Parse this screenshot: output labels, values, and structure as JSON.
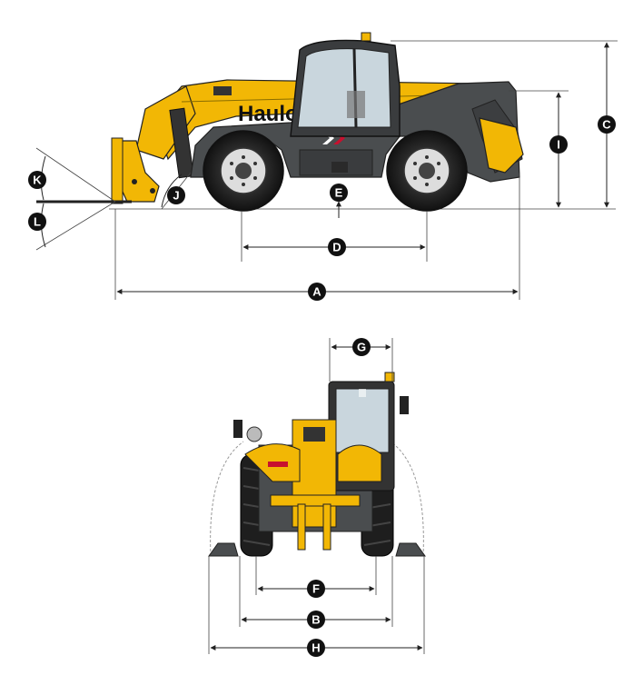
{
  "brand_text": "Haulo",
  "colors": {
    "machine_yellow": "#F2B705",
    "body_gray": "#4A4D4F",
    "tire_black": "#1E1E1E",
    "glass": "#C9D6DD",
    "accent_red": "#C8102E"
  },
  "labels": {
    "A": "A",
    "B": "B",
    "C": "C",
    "D": "D",
    "E": "E",
    "F": "F",
    "G": "G",
    "H": "H",
    "I": "I",
    "J": "J",
    "K": "K",
    "L": "L"
  }
}
